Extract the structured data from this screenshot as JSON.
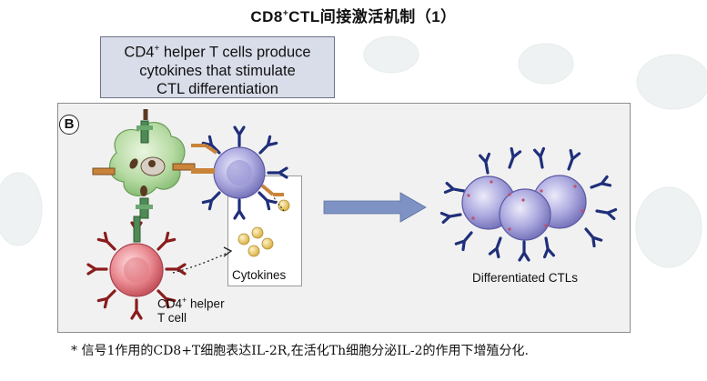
{
  "title_main": "CD8",
  "title_sup": "+",
  "title_rest": "CTL间接激活机制（1）",
  "callout": {
    "line1_a": "CD4",
    "line1_sup": "+",
    "line1_b": " helper T cells produce",
    "line2": "cytokines that stimulate",
    "line3": "CTL differentiation"
  },
  "panel_letter": "B",
  "labels": {
    "cytokines": "Cytokines",
    "helper_a": "CD4",
    "helper_sup": "+",
    "helper_b": " helper",
    "helper_line2": "T cell",
    "differentiated": "Differentiated CTLs"
  },
  "footnote": "* 信号1作用的CD8+T细胞表达IL-2R,在活化Th细胞分泌IL-2的作用下增殖分化.",
  "colors": {
    "receptor": "#1f2f7a",
    "helper_receptor": "#8a1c1c",
    "apc_fill": "#b9d9a8",
    "ctl_fill": "#a9a6dc",
    "helper_fill": "#e58b92",
    "cytokine": "#e6c66a",
    "arrow": "#7e93c4"
  }
}
